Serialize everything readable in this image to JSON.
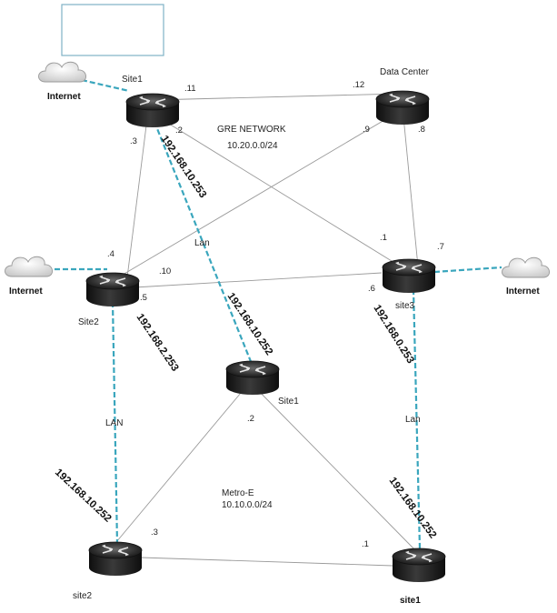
{
  "colors": {
    "link": "#9a9a9a",
    "lan_link": "#3aa6bd",
    "router_body": "#1c1c1c",
    "placeholder_border": "#7fb2c6"
  },
  "network": {
    "gre_title": "GRE NETWORK",
    "gre_subnet": "10.20.0.0/24",
    "metro_title": "Metro-E",
    "metro_subnet": "10.10.0.0/24"
  },
  "routers": {
    "site1_top": {
      "name": "Site1"
    },
    "datacenter": {
      "name": "Data Center"
    },
    "site2_mid": {
      "name": "Site2"
    },
    "site3": {
      "name": "site3"
    },
    "site1_center": {
      "name": "Site1"
    },
    "site2_bottom": {
      "name": "site2"
    },
    "site1_bottom": {
      "name": "site1"
    }
  },
  "clouds": {
    "top_left": {
      "label": "Internet"
    },
    "mid_left": {
      "label": "Internet"
    },
    "right": {
      "label": "Internet"
    }
  },
  "interface_labels": {
    "s1_dc": ".11",
    "dc_s1": ".12",
    "s1_s3": ".2",
    "s1_s2": ".3",
    "dc_s2": ".9",
    "dc_s3": ".8",
    "s3_s1": ".1",
    "s3_right": ".7",
    "s2_top": ".4",
    "s2_dc": ".10",
    "s2_s3": ".5",
    "s3_s2": ".6",
    "center_metro": ".2",
    "bottom_s2_metro": ".3",
    "bottom_s1_metro": ".1"
  },
  "ip_labels": {
    "s1_lan": "192.168.10.253",
    "center_lan": "192.168.10.252",
    "s2_lan": "192.168.2.253",
    "bottom_s2_lan": "192.168.10.252",
    "s3_lan": "192.168.0.253",
    "bottom_s1_lan": "192.168.10.252"
  },
  "lan_labels": {
    "center": "Lan",
    "left": "LAN",
    "right": "Lan"
  }
}
